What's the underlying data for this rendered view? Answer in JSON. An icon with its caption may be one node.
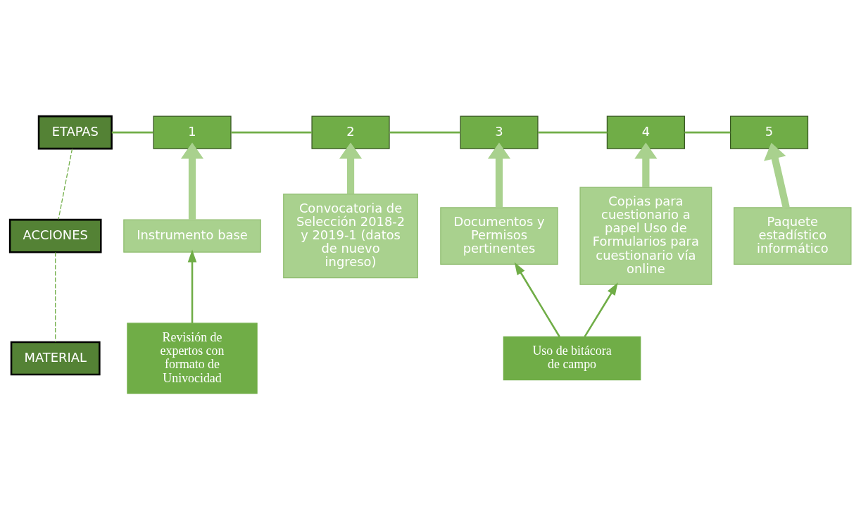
{
  "diagram": {
    "nodes": [
      {
        "text": [
          "ETAPAS"
        ]
      },
      {
        "text": [
          "1"
        ]
      },
      {
        "text": [
          "2"
        ]
      },
      {
        "text": [
          "3"
        ]
      },
      {
        "text": [
          "4"
        ]
      },
      {
        "text": [
          "5"
        ]
      },
      {
        "text": [
          "ACCIONES"
        ]
      },
      {
        "text": [
          "MATERIAL"
        ]
      },
      {
        "text": [
          "Instrumento base"
        ]
      },
      {
        "text": [
          "Convocatoria de Selección 2018-2 y 2019-1 (datos de nuevo ingreso)"
        ]
      },
      {
        "text": [
          "Documentos y Permisos pertinentes"
        ]
      },
      {
        "text": [
          "Copias para cuestionario a papel Uso de Formularios para cuestionario vía online"
        ]
      },
      {
        "text": [
          "Paquete estadístico informático"
        ]
      },
      {
        "text": [
          "Revisión de expertos con formato de Univocidad"
        ]
      },
      {
        "text": [
          "Uso de bitácora de campo"
        ]
      }
    ],
    "edges": [
      {
        "from": 0,
        "to": 1,
        "arrow": "none"
      },
      {
        "from": 1,
        "to": 2,
        "arrow": "none"
      },
      {
        "from": 2,
        "to": 3,
        "arrow": "none"
      },
      {
        "from": 3,
        "to": 4,
        "arrow": "none"
      },
      {
        "from": 4,
        "to": 5,
        "arrow": "none"
      },
      {
        "from": 0,
        "to": 6,
        "arrow": "none",
        "style": "dashed"
      },
      {
        "from": 6,
        "to": 7,
        "arrow": "none",
        "style": "dashed"
      },
      {
        "from": 8,
        "to": 1,
        "arrow": "to",
        "style": "thick",
        "color": "#a9d18e"
      },
      {
        "from": 9,
        "to": 2,
        "arrow": "to",
        "style": "thick",
        "color": "#a9d18e"
      },
      {
        "from": 10,
        "to": 3,
        "arrow": "to",
        "style": "thick",
        "color": "#a9d18e"
      },
      {
        "from": 11,
        "to": 4,
        "arrow": "to",
        "style": "thick",
        "color": "#a9d18e"
      },
      {
        "from": 12,
        "to": 5,
        "arrow": "to",
        "style": "thick",
        "color": "#a9d18e"
      },
      {
        "from": 13,
        "to": 8,
        "arrow": "to"
      },
      {
        "from": 14,
        "to": 10,
        "arrow": "to"
      },
      {
        "from": 14,
        "to": 11,
        "arrow": "to"
      }
    ]
  }
}
